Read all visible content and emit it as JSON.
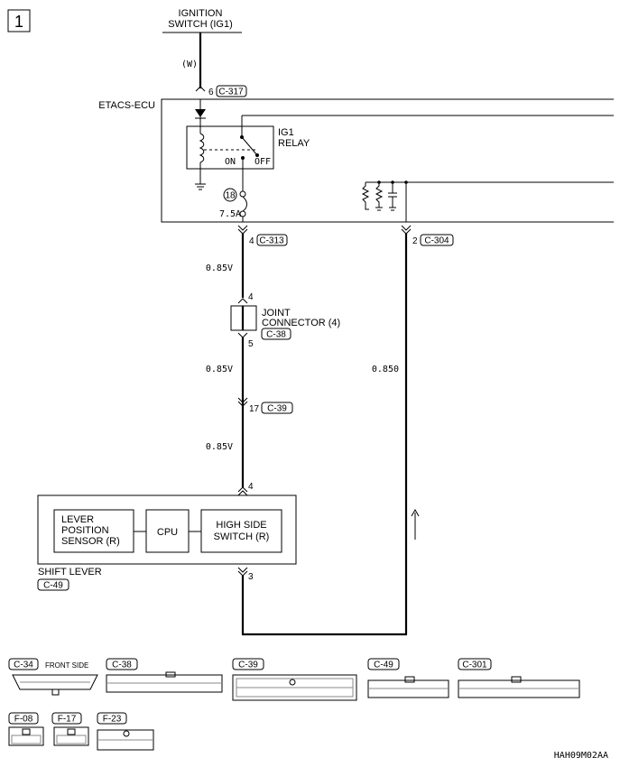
{
  "diagram": {
    "step_number": "1",
    "ignition": {
      "line1": "IGNITION",
      "line2": "SWITCH (IG1)",
      "wire_color": "(W)"
    },
    "etacs": {
      "label": "ETACS-ECU",
      "pin_top": "6",
      "conn_top": "C-317",
      "relay_line1": "IG1",
      "relay_line2": "RELAY",
      "relay_on": "ON",
      "relay_off": "OFF",
      "fuse_num": "18",
      "fuse_rating": "7.5A",
      "pin_left": "4",
      "conn_left": "C-313",
      "pin_right": "2",
      "conn_right": "C-304"
    },
    "wire_085v_1": "0.85V",
    "joint": {
      "pin_top": "4",
      "label1": "JOINT",
      "label2": "CONNECTOR (4)",
      "conn": "C-38",
      "pin_bottom": "5"
    },
    "wire_085v_2": "0.85V",
    "wire_0850": "0.850",
    "c39": {
      "pin": "17",
      "conn": "C-39"
    },
    "wire_085v_3": "0.85V",
    "shift_lever": {
      "pin_top": "4",
      "sensor_line1": "LEVER",
      "sensor_line2": "POSITION",
      "sensor_line3": "SENSOR (R)",
      "cpu": "CPU",
      "switch_line1": "HIGH SIDE",
      "switch_line2": "SWITCH (R)",
      "label": "SHIFT LEVER",
      "conn": "C-49",
      "pin_bottom": "3"
    },
    "connectors": {
      "c34": "C-34",
      "c34_note": "FRONT SIDE",
      "c38": "C-38",
      "c39": "C-39",
      "c49": "C-49",
      "c301": "C-301",
      "f08": "F-08",
      "f17": "F-17",
      "f23": "F-23"
    },
    "figure_code": "HAH09M02AA"
  }
}
